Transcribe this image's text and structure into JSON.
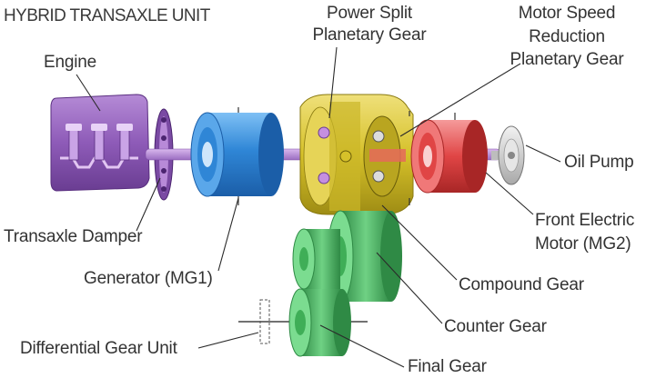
{
  "title": "HYBRID TRANSAXLE UNIT",
  "labels": {
    "engine": "Engine",
    "power_split_1": "Power Split",
    "power_split_2": "Planetary Gear",
    "motor_speed_1": "Motor Speed",
    "motor_speed_2": "Reduction",
    "motor_speed_3": "Planetary Gear",
    "oil_pump": "Oil Pump",
    "transaxle_damper": "Transaxle Damper",
    "front_motor_1": "Front Electric",
    "front_motor_2": "Motor (MG2)",
    "generator": "Generator (MG1)",
    "compound_gear": "Compound Gear",
    "counter_gear": "Counter Gear",
    "differential": "Differential Gear Unit",
    "final_gear": "Final Gear"
  },
  "colors": {
    "engine": "#8e5bb8",
    "generator": "#2f86d6",
    "power_split": "#d6c12a",
    "motor": "#e04545",
    "gears": "#3fae57",
    "oil_pump": "#c9c9c9",
    "leader_line": "#2a2a2a"
  }
}
